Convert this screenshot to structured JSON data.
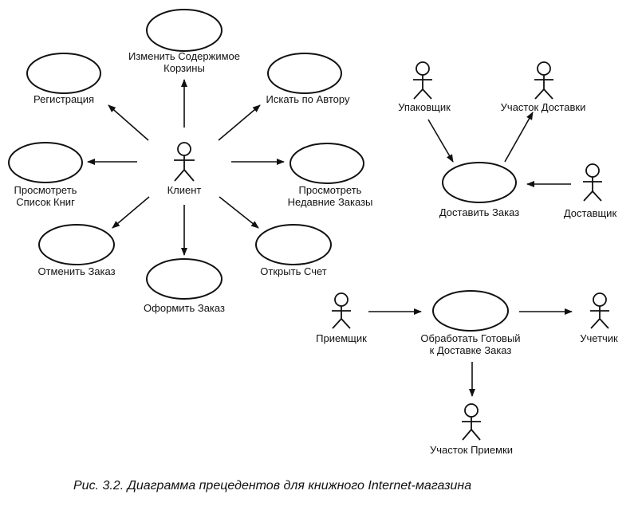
{
  "usecases": {
    "change_cart": [
      "Изменить Содержимое",
      "Корзины"
    ],
    "register": "Регистрация",
    "search_author": "Искать по Автору",
    "view_books": [
      "Просмотреть",
      "Список Книг"
    ],
    "view_orders": [
      "Просмотреть",
      "Недавние Заказы"
    ],
    "cancel_order": "Отменить Заказ",
    "place_order": "Оформить Заказ",
    "open_account": "Открыть Счет",
    "deliver_order": "Доставить Заказ",
    "process_order": [
      "Обработать Готовый",
      "к Доставке Заказ"
    ]
  },
  "actors": {
    "client": "Клиент",
    "packer": "Упаковщик",
    "delivery_area": "Участок Доставки",
    "courier": "Доставщик",
    "receiver": "Приемщик",
    "accountant": "Учетчик",
    "receiving_area": "Участок Приемки"
  },
  "caption": "Рис. 3.2. Диаграмма прецедентов для книжного Internet-магазина"
}
